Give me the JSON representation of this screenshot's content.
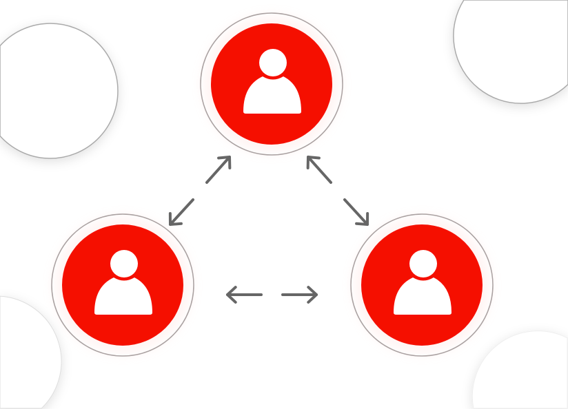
{
  "colors": {
    "node_fill": "#f50f00",
    "ring": "#a8a0a0",
    "arrow": "#666666",
    "icon": "#ffffff"
  },
  "nodes": [
    {
      "id": "top",
      "icon": "user-icon"
    },
    {
      "id": "left",
      "icon": "user-icon"
    },
    {
      "id": "right",
      "icon": "user-icon"
    }
  ],
  "connections": [
    {
      "from": "top",
      "to": "left",
      "type": "bidirectional"
    },
    {
      "from": "top",
      "to": "right",
      "type": "bidirectional"
    },
    {
      "from": "left",
      "to": "right",
      "type": "bidirectional"
    }
  ]
}
